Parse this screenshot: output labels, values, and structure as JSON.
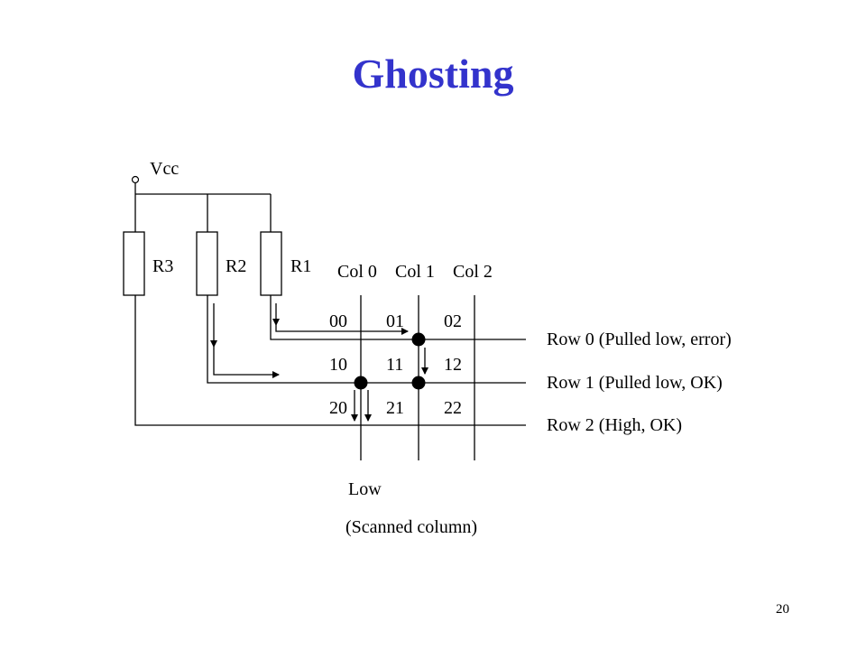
{
  "title": "Ghosting",
  "page_number": "20",
  "colors": {
    "title": "#3333cc",
    "lines": "#000000",
    "background": "#ffffff"
  },
  "power": {
    "label": "Vcc"
  },
  "resistors": [
    {
      "label": "R3"
    },
    {
      "label": "R2"
    },
    {
      "label": "R1"
    }
  ],
  "columns": [
    {
      "label": "Col 0"
    },
    {
      "label": "Col 1"
    },
    {
      "label": "Col 2"
    }
  ],
  "rows": [
    {
      "label": "Row 0 (Pulled low, error)"
    },
    {
      "label": "Row 1 (Pulled low, OK)"
    },
    {
      "label": "Row 2 (High, OK)"
    }
  ],
  "keys": [
    [
      "00",
      "01",
      "02"
    ],
    [
      "10",
      "11",
      "12"
    ],
    [
      "20",
      "21",
      "22"
    ]
  ],
  "pressed_keys": [
    "01",
    "10",
    "11"
  ],
  "scanned": {
    "state_label": "Low",
    "caption": "(Scanned column)"
  }
}
